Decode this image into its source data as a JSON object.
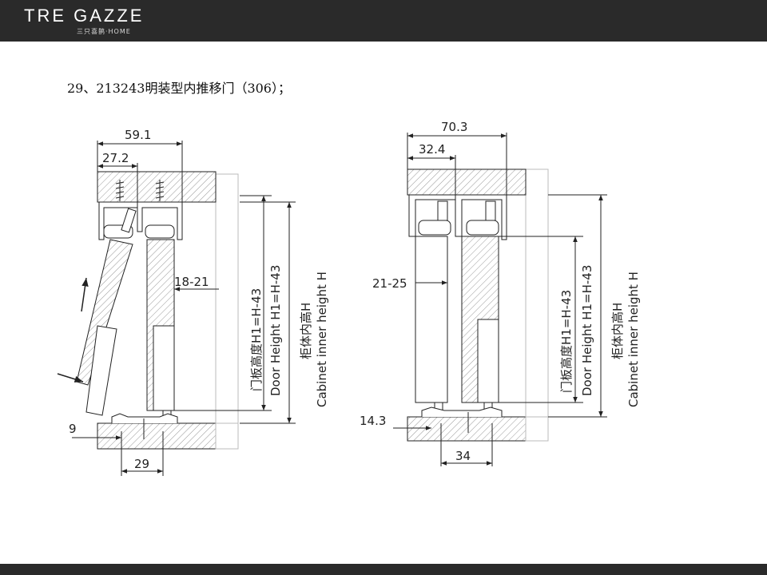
{
  "header": {
    "logo_text": "TRE GAZZE",
    "logo_sub": "三只喜鹊·HOME"
  },
  "caption": "29、213243明装型内推移门（306）；",
  "left_drawing": {
    "dims": {
      "total_width": "59.1",
      "profile_width": "27.2",
      "gap": "18-21",
      "bottom_offset": "9",
      "bottom_width": "29"
    },
    "labels": {
      "door_height_cn": "门板高度H1=H-43",
      "door_height_en": "Door Height H1=H-43",
      "cabinet_cn": "柜体内高H",
      "cabinet_en": "Cabinet inner height H"
    }
  },
  "right_drawing": {
    "dims": {
      "total_width": "70.3",
      "profile_width": "32.4",
      "gap": "21-25",
      "bottom_offset": "14.3",
      "bottom_width": "34"
    },
    "labels": {
      "door_height_cn": "门板高度H1=H-43",
      "door_height_en": "Door Height H1=H-43",
      "cabinet_cn": "柜体内高H",
      "cabinet_en": "Cabinet inner height H"
    }
  },
  "colors": {
    "header_bg": "#2a2a2a",
    "line": "#222222",
    "hatch": "#9a9a9a"
  }
}
